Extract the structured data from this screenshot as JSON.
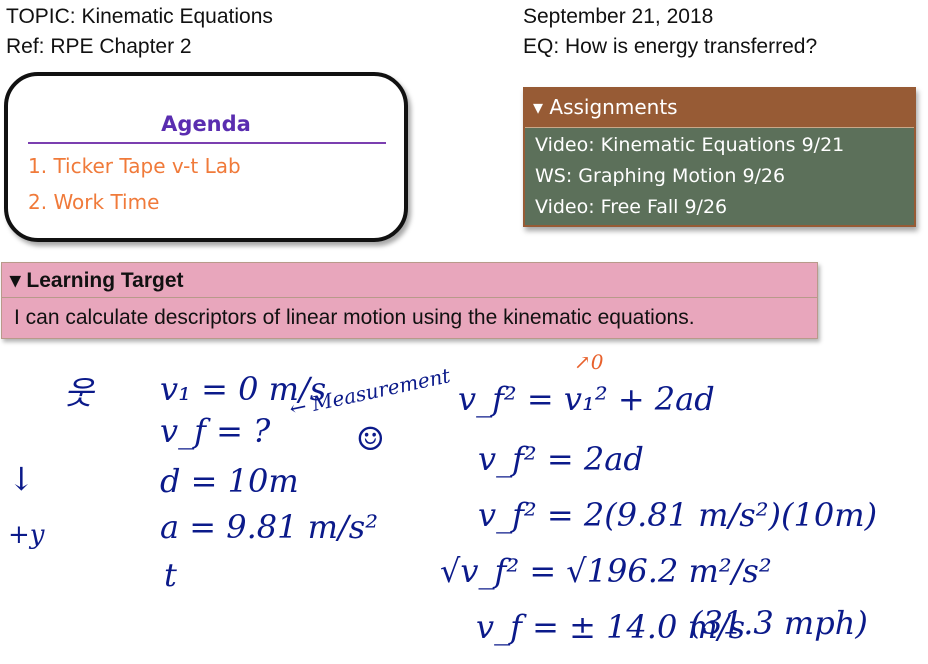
{
  "header": {
    "topic": "TOPIC: Kinematic Equations",
    "ref": "Ref: RPE Chapter 2",
    "date": "September 21, 2018",
    "eq": "EQ: How is energy transferred?"
  },
  "agenda": {
    "title": "Agenda",
    "items": [
      "1.  Ticker Tape v-t Lab",
      "2. Work Time"
    ]
  },
  "assignments": {
    "toggle": "▾",
    "title": "Assignments",
    "items": [
      "Video: Kinematic Equations 9/21",
      "WS: Graphing Motion 9/26",
      "Video: Free Fall 9/26"
    ]
  },
  "learning_target": {
    "toggle": "▾",
    "title": "Learning Target",
    "text": "I can calculate descriptors of linear motion using the kinematic equations."
  },
  "handwriting": {
    "stick_figure": "웃",
    "direction": "↓",
    "direction_label": "+y",
    "givens": [
      "v₁ = 0 m/s",
      "v_f = ?",
      "d = 10m",
      "a = 9.81 m/s²",
      "t"
    ],
    "annotation": "← Measurement",
    "smiley": "☺",
    "strike_note": "↗0",
    "steps": [
      "v_f² = v₁² + 2ad",
      "v_f² = 2ad",
      "v_f² = 2(9.81 m/s²)(10m)",
      "√v_f² = √196.2 m²/s²",
      "v_f = ± 14.0 m/s",
      "(31.3 mph)"
    ]
  },
  "colors": {
    "agenda_title": "#5a2db0",
    "agenda_items": "#f07a3a",
    "assign_head": "#975b35",
    "assign_body": "#5c705a",
    "learning_target": "#e8a6bc",
    "ink": "#0b1a8a",
    "ink_orange": "#e8612c"
  }
}
